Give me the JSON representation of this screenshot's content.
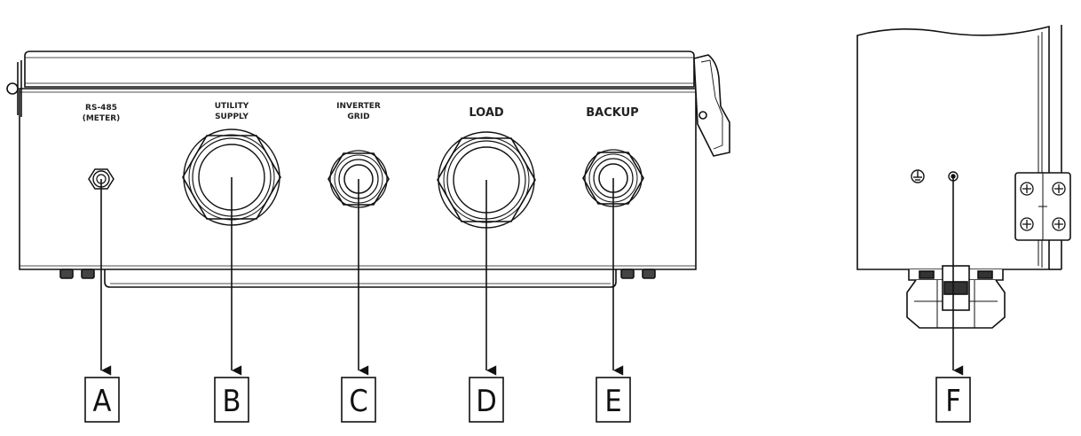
{
  "front_view": {
    "port_labels": {
      "rs485_line1": "RS-485",
      "rs485_line2": "(METER)",
      "utility_line1": "UTILITY",
      "utility_line2": "SUPPLY",
      "inverter_line1": "INVERTER",
      "inverter_line2": "GRID",
      "load": "LOAD",
      "backup": "BACKUP"
    }
  },
  "callouts": {
    "a": "A",
    "b": "B",
    "c": "C",
    "d": "D",
    "e": "E",
    "f": "F"
  }
}
